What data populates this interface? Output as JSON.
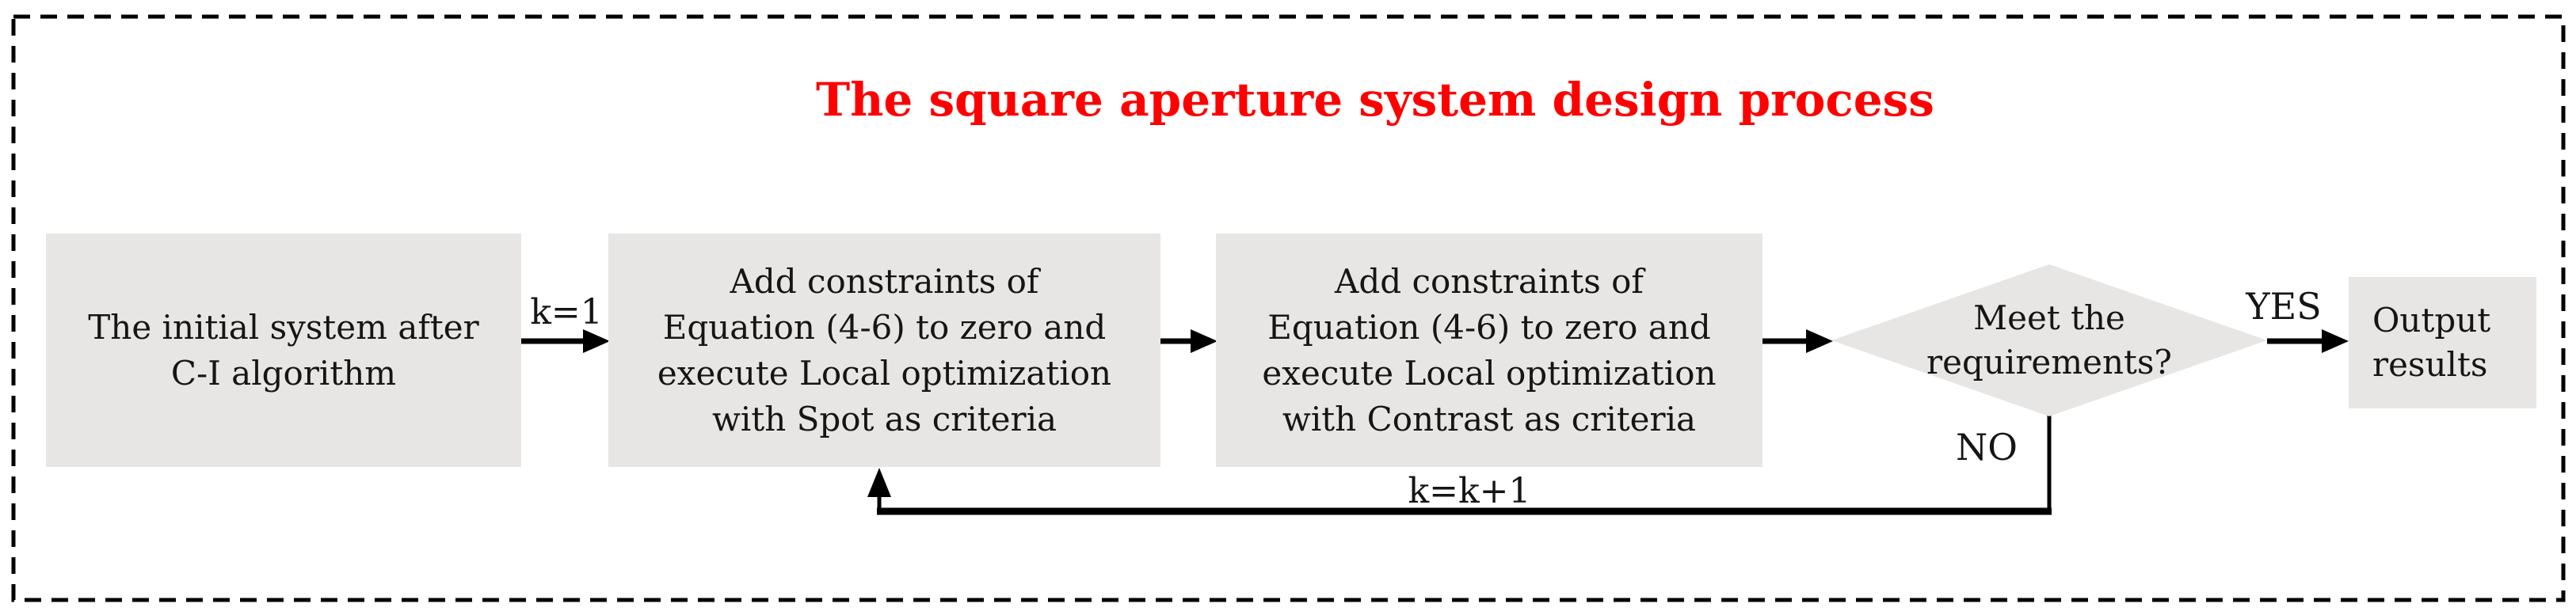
{
  "title": {
    "text": "The square aperture system design process"
  },
  "nodes": {
    "box1": {
      "lines": [
        "The initial system after",
        "C-I algorithm"
      ]
    },
    "box2": {
      "lines": [
        "Add constraints of",
        "Equation (4-6) to zero and",
        "execute Local optimization",
        "with Spot as criteria"
      ]
    },
    "box3": {
      "lines": [
        "Add constraints of",
        "Equation (4-6) to zero and",
        "execute Local optimization",
        "with Contrast as criteria"
      ]
    },
    "decision": {
      "lines": [
        "Meet the",
        "requirements?"
      ]
    },
    "output": {
      "lines": [
        "Output",
        "results"
      ]
    }
  },
  "labels": {
    "k_init": "k=1",
    "loop_increment": "k=k+1",
    "yes": "YES",
    "no": "NO"
  },
  "colors": {
    "title_color": "#fe0000",
    "node_fill": "#e8e6e4",
    "text_color": "#151515",
    "line_color": "#000000",
    "background": "#ffffff"
  }
}
